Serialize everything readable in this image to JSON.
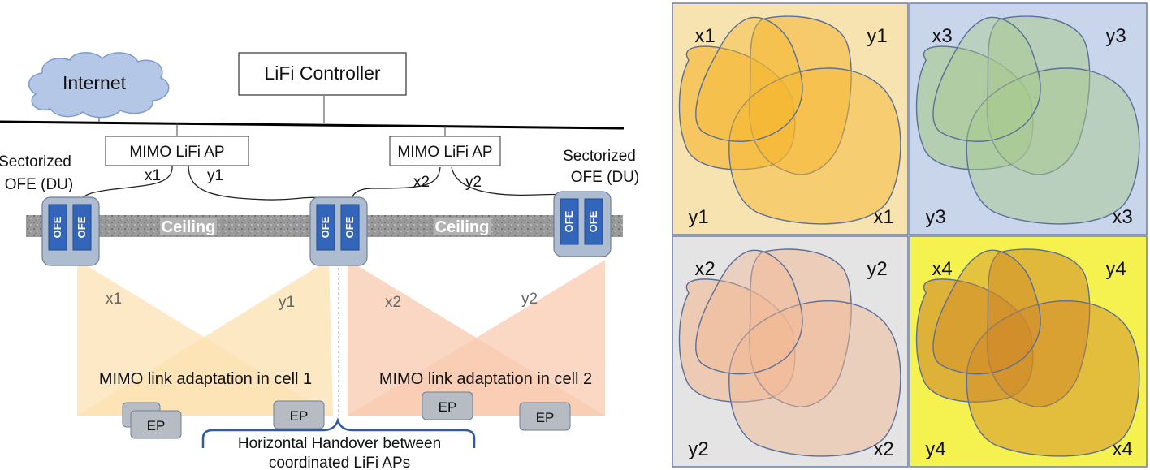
{
  "network": {
    "internet": "Internet",
    "controller": "LiFi Controller",
    "ap1": "MIMO LiFi AP",
    "ap2": "MIMO LiFi AP",
    "sectorized_left": [
      "Sectorized",
      "OFE (DU)"
    ],
    "sectorized_right": [
      "Sectorized",
      "OFE (DU)"
    ],
    "ap1_ports": [
      "x1",
      "y1"
    ],
    "ap2_ports": [
      "x2",
      "y2"
    ],
    "ceiling": [
      "Ceiling",
      "Ceiling"
    ],
    "ofe": "OFE",
    "beam_labels": [
      "x1",
      "y1",
      "x2",
      "y2"
    ],
    "cell1": "MIMO link adaptation in cell 1",
    "cell2": "MIMO link adaptation in cell 2",
    "ep": "EP",
    "handover": [
      "Horizontal Handover between",
      "coordinated LiFi APs"
    ]
  },
  "coverage": {
    "quadrants": [
      {
        "tl": "x1",
        "tr": "y1",
        "bl": "y1",
        "br": "x1",
        "background": "#f7e3b0",
        "blob": "#f5b731"
      },
      {
        "tl": "x3",
        "tr": "y3",
        "bl": "y3",
        "br": "x3",
        "background": "#c9d5ea",
        "blob": "#a8c98f"
      },
      {
        "tl": "x2",
        "tr": "y2",
        "bl": "y2",
        "br": "x2",
        "background": "#e4e4e4",
        "blob": "#f2b995"
      },
      {
        "tl": "x4",
        "tr": "y4",
        "bl": "y4",
        "br": "x4",
        "background": "#f5f24f",
        "blob": "#d08a2a"
      }
    ]
  }
}
